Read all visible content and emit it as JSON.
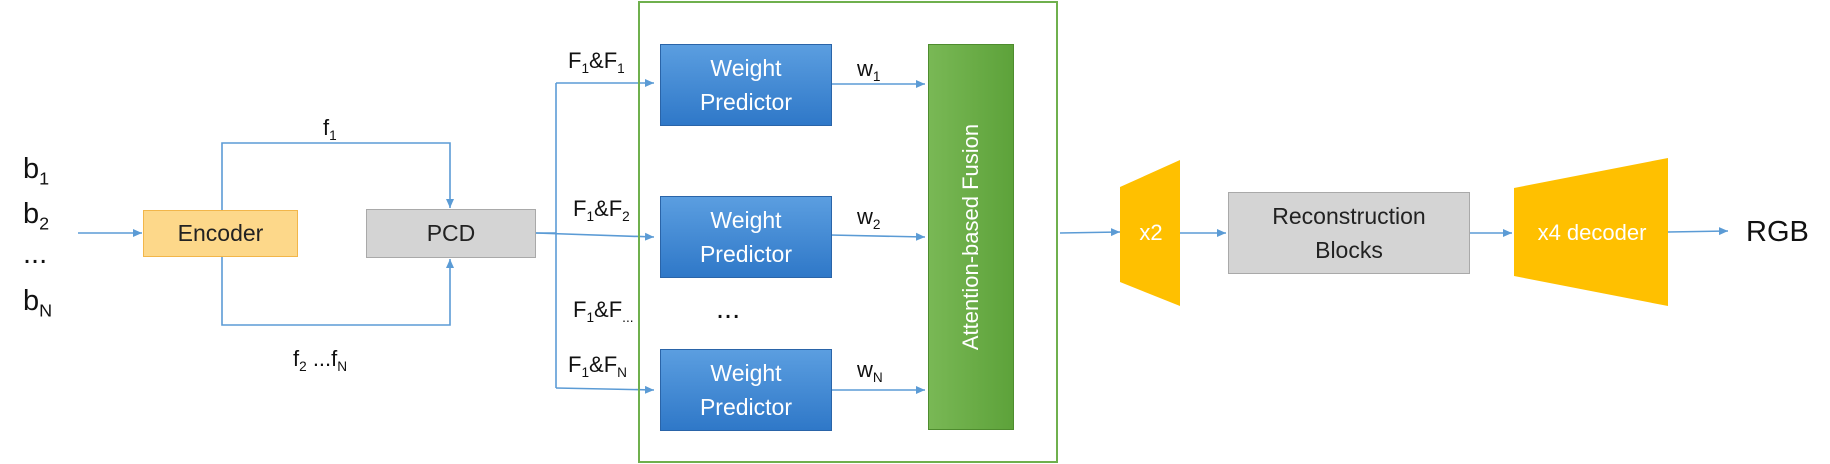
{
  "inputs": {
    "b1": {
      "base": "b",
      "sub": "1"
    },
    "b2": {
      "base": "b",
      "sub": "2"
    },
    "dots": "...",
    "bN": {
      "base": "b",
      "sub": "N"
    }
  },
  "encoder": {
    "label": "Encoder"
  },
  "pcd": {
    "label": "PCD"
  },
  "feature_labels": {
    "f1": {
      "base": "f",
      "sub": "1"
    },
    "f2": {
      "base": "f",
      "sub": "2"
    },
    "fN_mid": " ...f",
    "fN": {
      "sub": "N"
    }
  },
  "pair_labels": {
    "p1": {
      "a": "F",
      "a_sub": "1",
      "amp": "&",
      "b": "F",
      "b_sub": "1"
    },
    "p2": {
      "a": "F",
      "a_sub": "1",
      "amp": "&",
      "b": "F",
      "b_sub": "2"
    },
    "p3": {
      "a": "F",
      "a_sub": "1",
      "amp": "&",
      "b": "F",
      "b_sub": "..."
    },
    "pN": {
      "a": "F",
      "a_sub": "1",
      "amp": "&",
      "b": "F",
      "b_sub": "N"
    }
  },
  "weight_predictor": {
    "line1": "Weight",
    "line2": "Predictor"
  },
  "predictor_dots": "...",
  "weights": {
    "w1": {
      "base": "w",
      "sub": "1"
    },
    "w2": {
      "base": "w",
      "sub": "2"
    },
    "wN": {
      "base": "w",
      "sub": "N"
    }
  },
  "fusion": {
    "label": "Attention-based Fusion"
  },
  "upsample2": {
    "label": "x2"
  },
  "reconstruction": {
    "line1": "Reconstruction",
    "line2": "Blocks"
  },
  "decoder": {
    "label": "x4 decoder"
  },
  "output": {
    "label": "RGB"
  },
  "colors": {
    "arrow": "#5b9bd5",
    "encoder_fill": "#fdd88a",
    "grey_fill": "#d4d4d4",
    "predictor_fill": "#3d85d0",
    "fusion_fill": "#6aad47",
    "frame": "#6fb04d",
    "trapezoid": "#ffc000"
  }
}
